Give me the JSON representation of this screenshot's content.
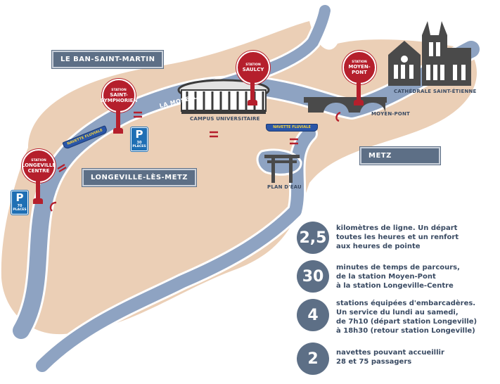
{
  "areas": {
    "ban_saint_martin": "LE BAN-SAINT-MARTIN",
    "longeville_les_metz": "LONGEVILLE-LÈS-METZ",
    "metz": "METZ"
  },
  "places": {
    "river": "LA MOSELLE",
    "campus": "CAMPUS UNIVERSITAIRE",
    "plan_deau": "PLAN D'EAU",
    "cathedrale": "CATHÉDRALE SAINT-ÉTIENNE",
    "moyen_pont": "MOYEN-PONT"
  },
  "stations": [
    {
      "label_small": "STATION",
      "label_lines": [
        "LONGEVILLE",
        "CENTRE"
      ]
    },
    {
      "label_small": "STATION",
      "label_lines": [
        "SAINT-",
        "SYMPHORIEN"
      ]
    },
    {
      "label_small": "STATION",
      "label_lines": [
        "SAULCY"
      ]
    },
    {
      "label_small": "STATION",
      "label_lines": [
        "MOYEN-",
        "PONT"
      ]
    }
  ],
  "parkings": [
    {
      "symbol": "P",
      "count": "70",
      "unit": "PLACES"
    },
    {
      "symbol": "P",
      "count": "30",
      "unit": "PLACES"
    }
  ],
  "boats": [
    "NAVETTE FLUVIALE",
    "NAVETTE FLUVIALE"
  ],
  "stats": [
    {
      "value": "2,5",
      "lines": [
        "kilomètres de ligne. Un départ",
        "toutes les heures et un renfort",
        "aux heures de pointe"
      ]
    },
    {
      "value": "30",
      "lines": [
        "minutes de temps de parcours,",
        "de la station Moyen-Pont",
        "à la station Longeville-Centre"
      ]
    },
    {
      "value": "4",
      "lines": [
        "stations équipées d'embarcadères.",
        "Un service du lundi au samedi,",
        "de 7h10 (départ station Longeville)",
        "à 18h30 (retour station Longeville)"
      ]
    },
    {
      "value": "2",
      "lines": [
        "navettes pouvant accueillir",
        "28 et 75 passagers"
      ]
    }
  ],
  "colors": {
    "land": "#ebcfb6",
    "river": "#8ea3c2",
    "river_edge": "#ffffff",
    "station_red": "#b51f2c",
    "label_slate": "#5d6f86",
    "parking_blue": "#1f6fb4",
    "text_navy": "#3a4b63"
  }
}
